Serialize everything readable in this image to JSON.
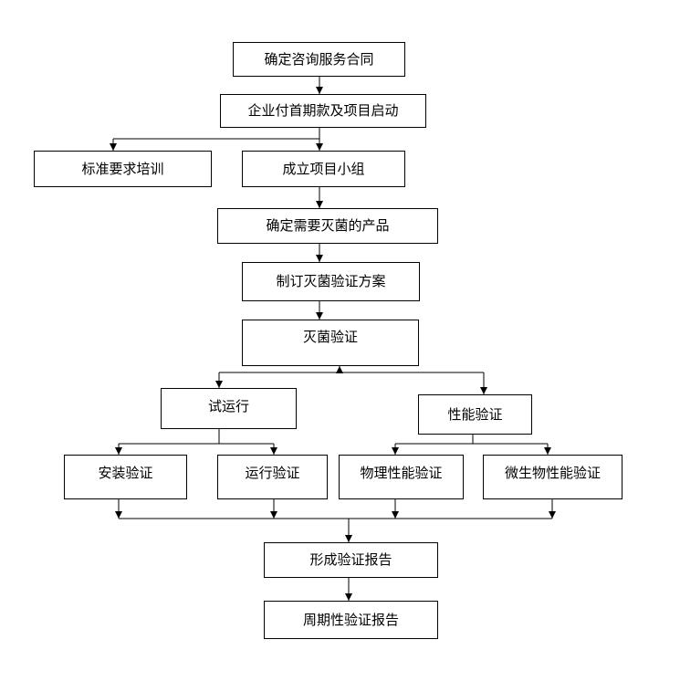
{
  "colors": {
    "line": "#000000",
    "box_border": "#000000",
    "background": "#ffffff"
  },
  "steps": {
    "contract": "确定咨询服务合同",
    "payment": "企业付首期款及项目启动",
    "training": "标准要求培训",
    "team": "成立项目小组",
    "products": "确定需要灭菌的产品",
    "plan": "制订灭菌验证方案",
    "sterilization": "灭菌验证",
    "trial": "试运行",
    "performance": "性能验证",
    "installation": "安装验证",
    "operation": "运行验证",
    "physical": "物理性能验证",
    "microbial": "微生物性能验证",
    "report": "形成验证报告",
    "periodic": "周期性验证报告"
  }
}
